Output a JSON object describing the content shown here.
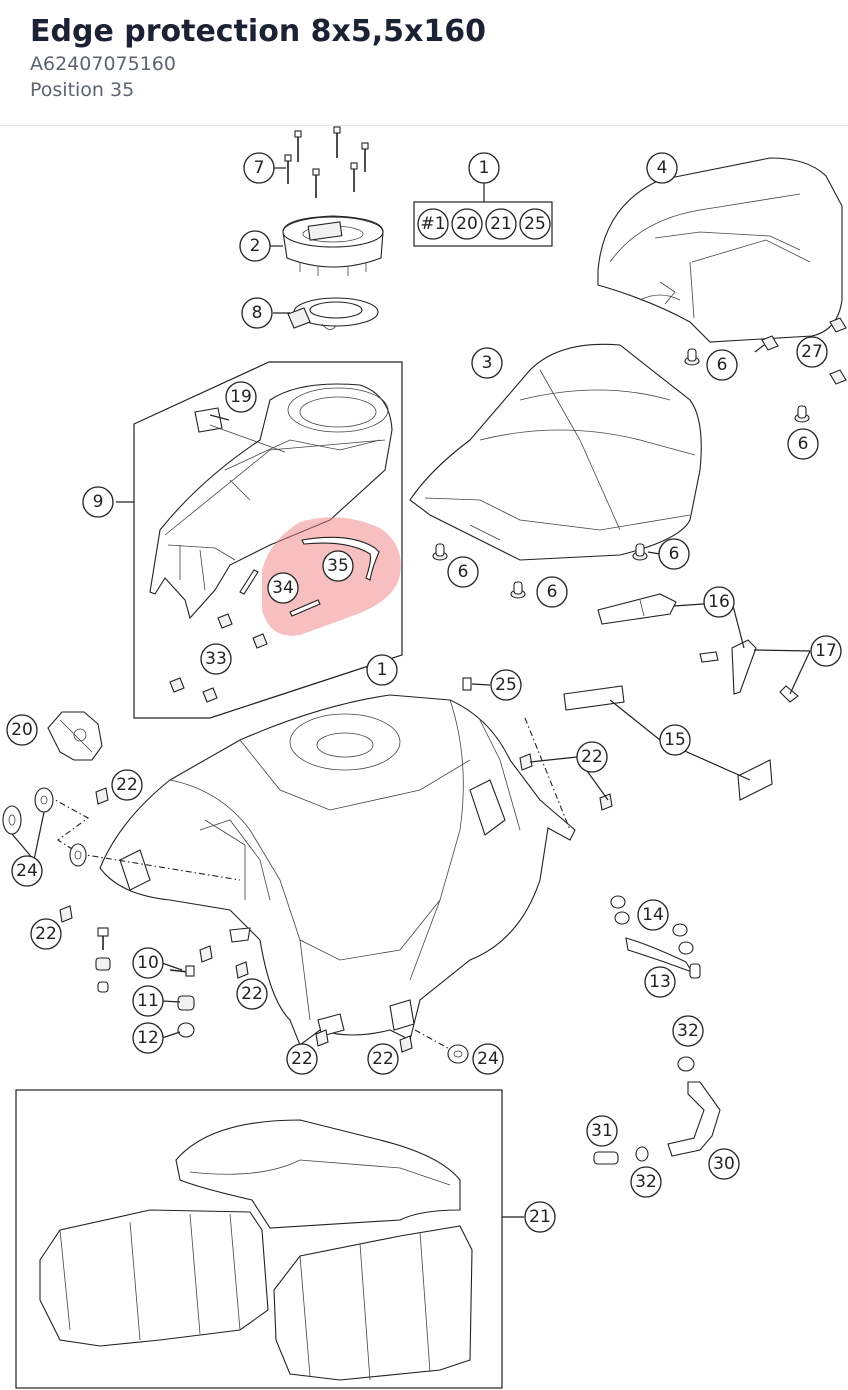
{
  "header": {
    "title": "Edge protection 8x5,5x160",
    "part_number": "A62407075160",
    "position": "Position 35"
  },
  "highlight": {
    "color": "#f08080",
    "positions": [
      "34",
      "35"
    ]
  },
  "callouts": {
    "c1_top": "1",
    "c1_set": [
      "#1",
      "20",
      "21",
      "25"
    ],
    "c1_tank": "1",
    "c2": "2",
    "c3": "3",
    "c4": "4",
    "c6": "6",
    "c7": "7",
    "c8": "8",
    "c9": "9",
    "c10": "10",
    "c11": "11",
    "c12": "12",
    "c13": "13",
    "c14": "14",
    "c15": "15",
    "c16": "16",
    "c17": "17",
    "c19": "19",
    "c20": "20",
    "c21": "21",
    "c22": "22",
    "c24": "24",
    "c25": "25",
    "c27": "27",
    "c30": "30",
    "c31": "31",
    "c32": "32",
    "c33": "33",
    "c34": "34",
    "c35": "35"
  }
}
